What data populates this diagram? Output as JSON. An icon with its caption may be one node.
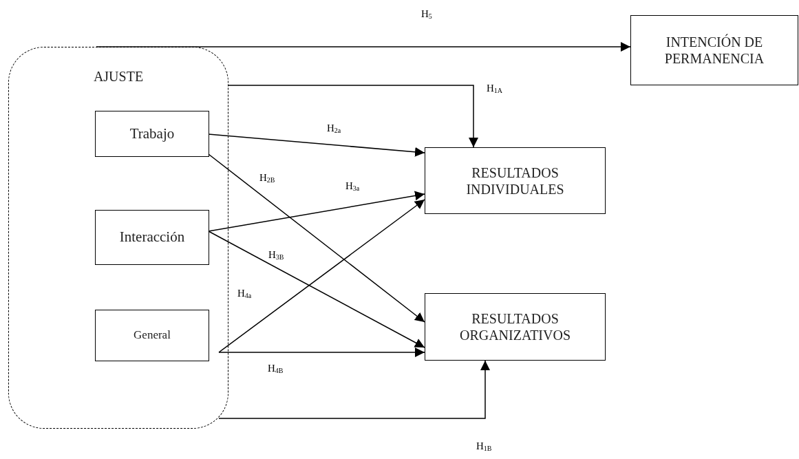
{
  "diagram": {
    "nodes": [
      {
        "text": [
          "AJUSTE"
        ]
      },
      {
        "text": [
          "Trabajo"
        ],
        "in": 0
      },
      {
        "text": [
          "Interacción"
        ],
        "in": 0
      },
      {
        "text": [
          "General"
        ],
        "in": 0
      },
      {
        "text": [
          "INTENCIÓN DE PERMANENCIA"
        ]
      },
      {
        "text": [
          "RESULTADOS INDIVIDUALES"
        ]
      },
      {
        "text": [
          "RESULTADOS ORGANIZATIVOS"
        ]
      }
    ],
    "edges": [
      {
        "from": 0,
        "to": 4,
        "arrow": "to",
        "label": "H$_{5}$"
      },
      {
        "from": 0,
        "to": 5,
        "arrow": "to",
        "label": "H$_{1A}$"
      },
      {
        "from": 1,
        "to": 5,
        "arrow": "to",
        "label": "H$_{2a}$"
      },
      {
        "from": 1,
        "to": 6,
        "arrow": "to",
        "label": "H$_{2B}$"
      },
      {
        "from": 2,
        "to": 5,
        "arrow": "to",
        "label": "H$_{3a}$"
      },
      {
        "from": 2,
        "to": 6,
        "arrow": "to",
        "label": "H$_{3B}$"
      },
      {
        "from": 3,
        "to": 5,
        "arrow": "to",
        "label": "H$_{4a}$"
      },
      {
        "from": 3,
        "to": 6,
        "arrow": "to",
        "label": "H$_{4B}$"
      },
      {
        "from": 0,
        "to": 6,
        "arrow": "to",
        "label": "H$_{1B}$"
      }
    ]
  }
}
